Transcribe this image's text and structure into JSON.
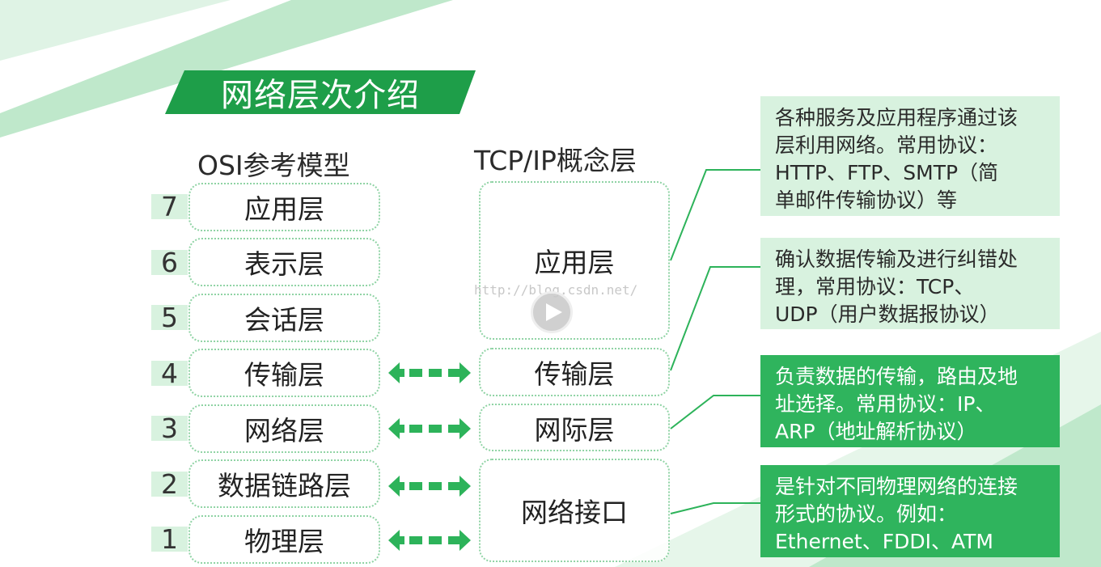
{
  "title": "网络层次介绍",
  "osi": {
    "heading": "OSI参考模型",
    "layers": [
      {
        "num": "7",
        "name": "应用层"
      },
      {
        "num": "6",
        "name": "表示层"
      },
      {
        "num": "5",
        "name": "会话层"
      },
      {
        "num": "4",
        "name": "传输层"
      },
      {
        "num": "3",
        "name": "网络层"
      },
      {
        "num": "2",
        "name": "数据链路层"
      },
      {
        "num": "1",
        "name": "物理层"
      }
    ]
  },
  "tcpip": {
    "heading": "TCP/IP概念层",
    "layers": [
      "应用层",
      "传输层",
      "网际层",
      "网络接口"
    ]
  },
  "descriptions": [
    "各种服务及应用程序通过该\n层利用网络。常用协议：\nHTTP、FTP、SMTP（简\n单邮件传输协议）等",
    "确认数据传输及进行纠错处\n理，常用协议：TCP、\nUDP（用户数据报协议）",
    "负责数据的传输，路由及地\n址选择。常用协议：IP、\nARP（地址解析协议）",
    "是针对不同物理网络的连接\n形式的协议。例如：\nEthernet、FDDI、ATM"
  ],
  "watermark": "http://blog.csdn.net/",
  "icons": {
    "arrows": "double-arrow-icon",
    "play": "play-icon"
  },
  "colors": {
    "brand_green": "#1e9e49",
    "light_green": "#d8f2df",
    "mid_green": "#2fb45d",
    "arrow_green": "#2db35a"
  }
}
